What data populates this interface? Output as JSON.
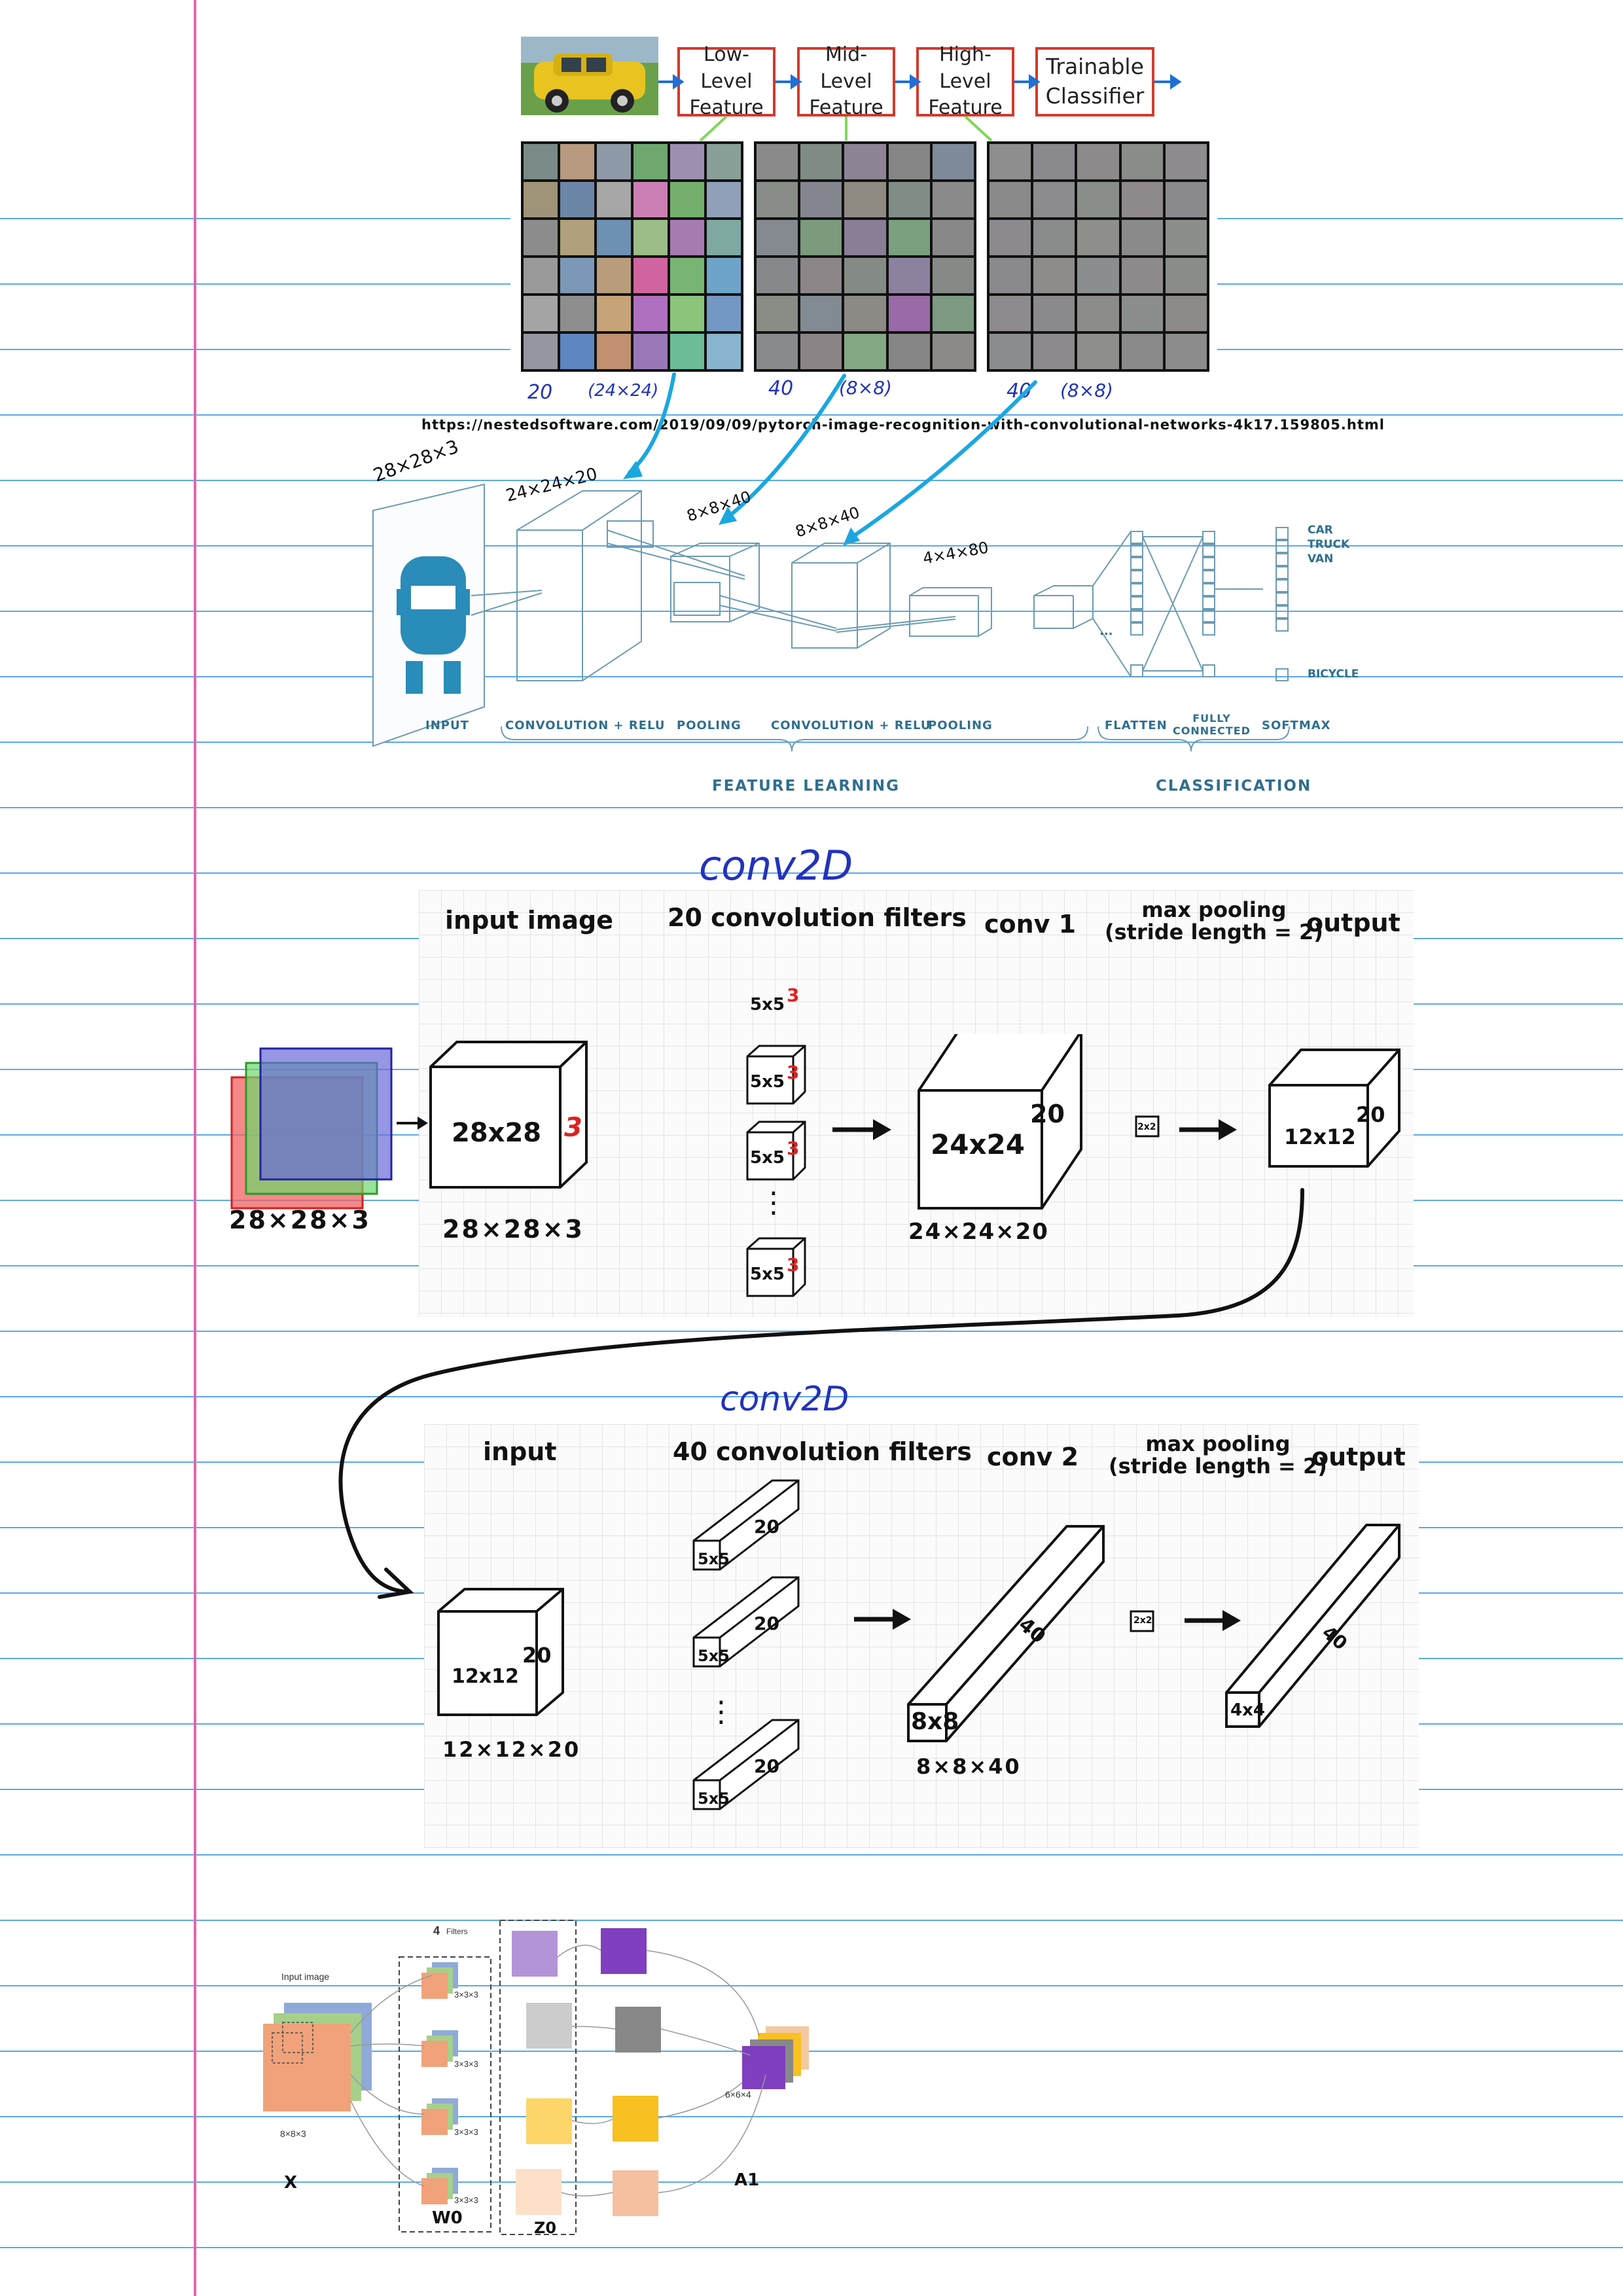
{
  "colors": {
    "margin_line": "#e066b0",
    "rule_line": "#5aa9e6",
    "flow_border": "#d33a2c",
    "hand_ink": "#2233bb",
    "cnn_blue": "#2f6f8f",
    "cyan_arrow": "#1aa7e0"
  },
  "flow": {
    "boxes": [
      "Low-Level\nFeature",
      "Mid-Level\nFeature",
      "High-Level\nFeature",
      "Trainable\nClassifier"
    ]
  },
  "filter_notes": [
    {
      "count": "20",
      "size": "(24×24)"
    },
    {
      "count": "40",
      "size": "(8×8)"
    },
    {
      "count": "40",
      "size": "(8×8)"
    }
  ],
  "source_url": "https://nestedsoftware.com/2019/09/09/pytorch-image-recognition-with-convolutional-networks-4k17.159805.html",
  "cnn": {
    "annotations": [
      "28×28×3",
      "24×24×20",
      "8×8×40",
      "8×8×40",
      "4×4×80"
    ],
    "stage_labels": [
      "INPUT",
      "CONVOLUTION + RELU",
      "POOLING",
      "CONVOLUTION + RELU",
      "POOLING",
      "FLATTEN",
      "FULLY\nCONNECTED",
      "SOFTMAX"
    ],
    "classes": [
      "CAR",
      "TRUCK",
      "VAN",
      "BICYCLE"
    ],
    "group_labels": [
      "FEATURE LEARNING",
      "CLASSIFICATION"
    ]
  },
  "conv1": {
    "title": "conv2D",
    "headers": [
      "input image",
      "20 convolution filters",
      "conv 1",
      "max pooling\n(stride length = 2)",
      "output"
    ],
    "input_cube_label": "28x28",
    "input_depth": "3",
    "filter_label": "5x5",
    "filter_depth": "3",
    "conv_label": "24x24",
    "conv_depth": "20",
    "pool_label": "2x2",
    "out_label": "12x12",
    "out_depth": "20",
    "hand_input": "28×28×3",
    "hand_cube": "28×28×3",
    "hand_conv": "24×24×20",
    "ellipsis": "⋮"
  },
  "conv2": {
    "title": "conv2D",
    "headers": [
      "input",
      "40 convolution filters",
      "conv 2",
      "max pooling\n(stride length = 2)",
      "output"
    ],
    "in_label": "12x12",
    "in_depth": "20",
    "filter_label": "5x5",
    "filter_depth": "20",
    "conv_label": "8x8",
    "conv_depth": "40",
    "pool_label": "2x2",
    "out_label": "4x4",
    "out_depth": "40",
    "hand_in": "12×12×20",
    "hand_conv": "8×8×40",
    "ellipsis": "⋮"
  },
  "bottom": {
    "input_caption": "Input image",
    "filters_count": "4",
    "filters_word": "Filters",
    "input_size": "8×8×3",
    "filter_size": "3×3×3",
    "out_size": "6×6×4",
    "x_label": "X",
    "w_label": "W0",
    "z_label": "Z0",
    "a_label": "A1"
  }
}
